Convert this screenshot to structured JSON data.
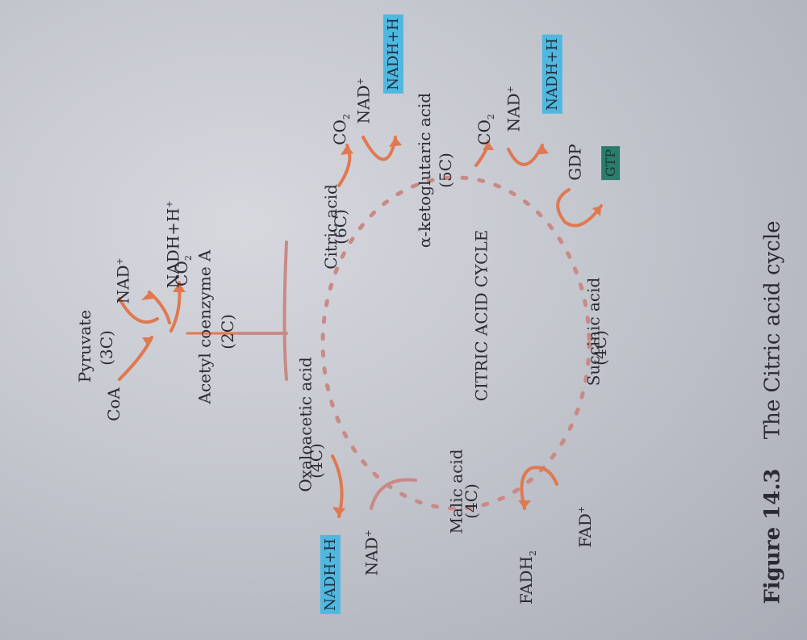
{
  "colors": {
    "paper": "#c9cbd2",
    "arrow": "#e07850",
    "cycle": "#c98a86",
    "nadh_highlight": "#4fb8e0",
    "gtp_highlight": "#2a7c6c"
  },
  "labels": {
    "pyruvate": "Pyruvate",
    "pyruvate_c": "(3C)",
    "coa": "CoA",
    "nad_top": "NAD",
    "nadh_top": "NADH+H",
    "co2_top": "CO",
    "acetyl": "Acetyl coenzyme A",
    "acetyl_c": "(2C)",
    "oxaloacetic": "Oxaloacetic acid",
    "oxaloacetic_c": "(4C)",
    "citric": "Citric acid",
    "citric_c": "(6C)",
    "co2_citric": "CO",
    "nad_citric": "NAD",
    "nadh_citric": "NADH+H",
    "ketoglutaric": "α-ketoglutaric acid",
    "ketoglutaric_c": "(5C)",
    "cycle_name": "CITRIC ACID CYCLE",
    "co2_keto": "CO",
    "nad_keto": "NAD",
    "nadh_keto": "NADH+H",
    "gdp": "GDP",
    "gtp": "GTP",
    "succinic": "Succinic acid",
    "succinic_c": "(4C)",
    "malic": "Malic acid",
    "malic_c": "(4C)",
    "fadh2": "FADH",
    "fad": "FAD",
    "nadh_left": "NADH+H",
    "nad_left": "NAD",
    "sup_plus": "+",
    "sub_two": "2"
  },
  "caption": {
    "figure": "Figure 14.3",
    "title": "The Citric acid cycle"
  }
}
